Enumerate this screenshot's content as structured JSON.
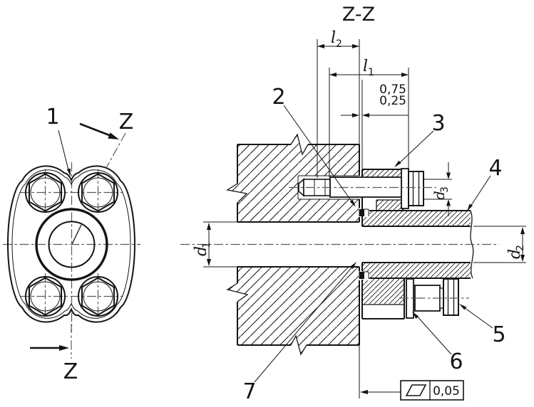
{
  "section_view": {
    "title": "Z-Z",
    "dim_l1": {
      "base": "l",
      "sub": "1"
    },
    "dim_l2": {
      "base": "l",
      "sub": "2"
    },
    "dim_d1": {
      "base": "d",
      "sub": "1"
    },
    "dim_d2": {
      "base": "d",
      "sub": "2"
    },
    "dim_d3": {
      "base": "d",
      "sub": "3"
    },
    "gap_tolerance": {
      "upper": "0,75",
      "lower": "0,25"
    },
    "flatness": {
      "value": "0,05"
    }
  },
  "front_view": {
    "section_letter_top": "Z",
    "section_letter_bottom": "Z"
  },
  "callouts": {
    "c1": "1",
    "c2": "2",
    "c3": "3",
    "c4": "4",
    "c5": "5",
    "c6": "6",
    "c7": "7"
  },
  "colors": {
    "line": "#141414",
    "centerline": "#5a5a5a",
    "background": "#ffffff"
  }
}
